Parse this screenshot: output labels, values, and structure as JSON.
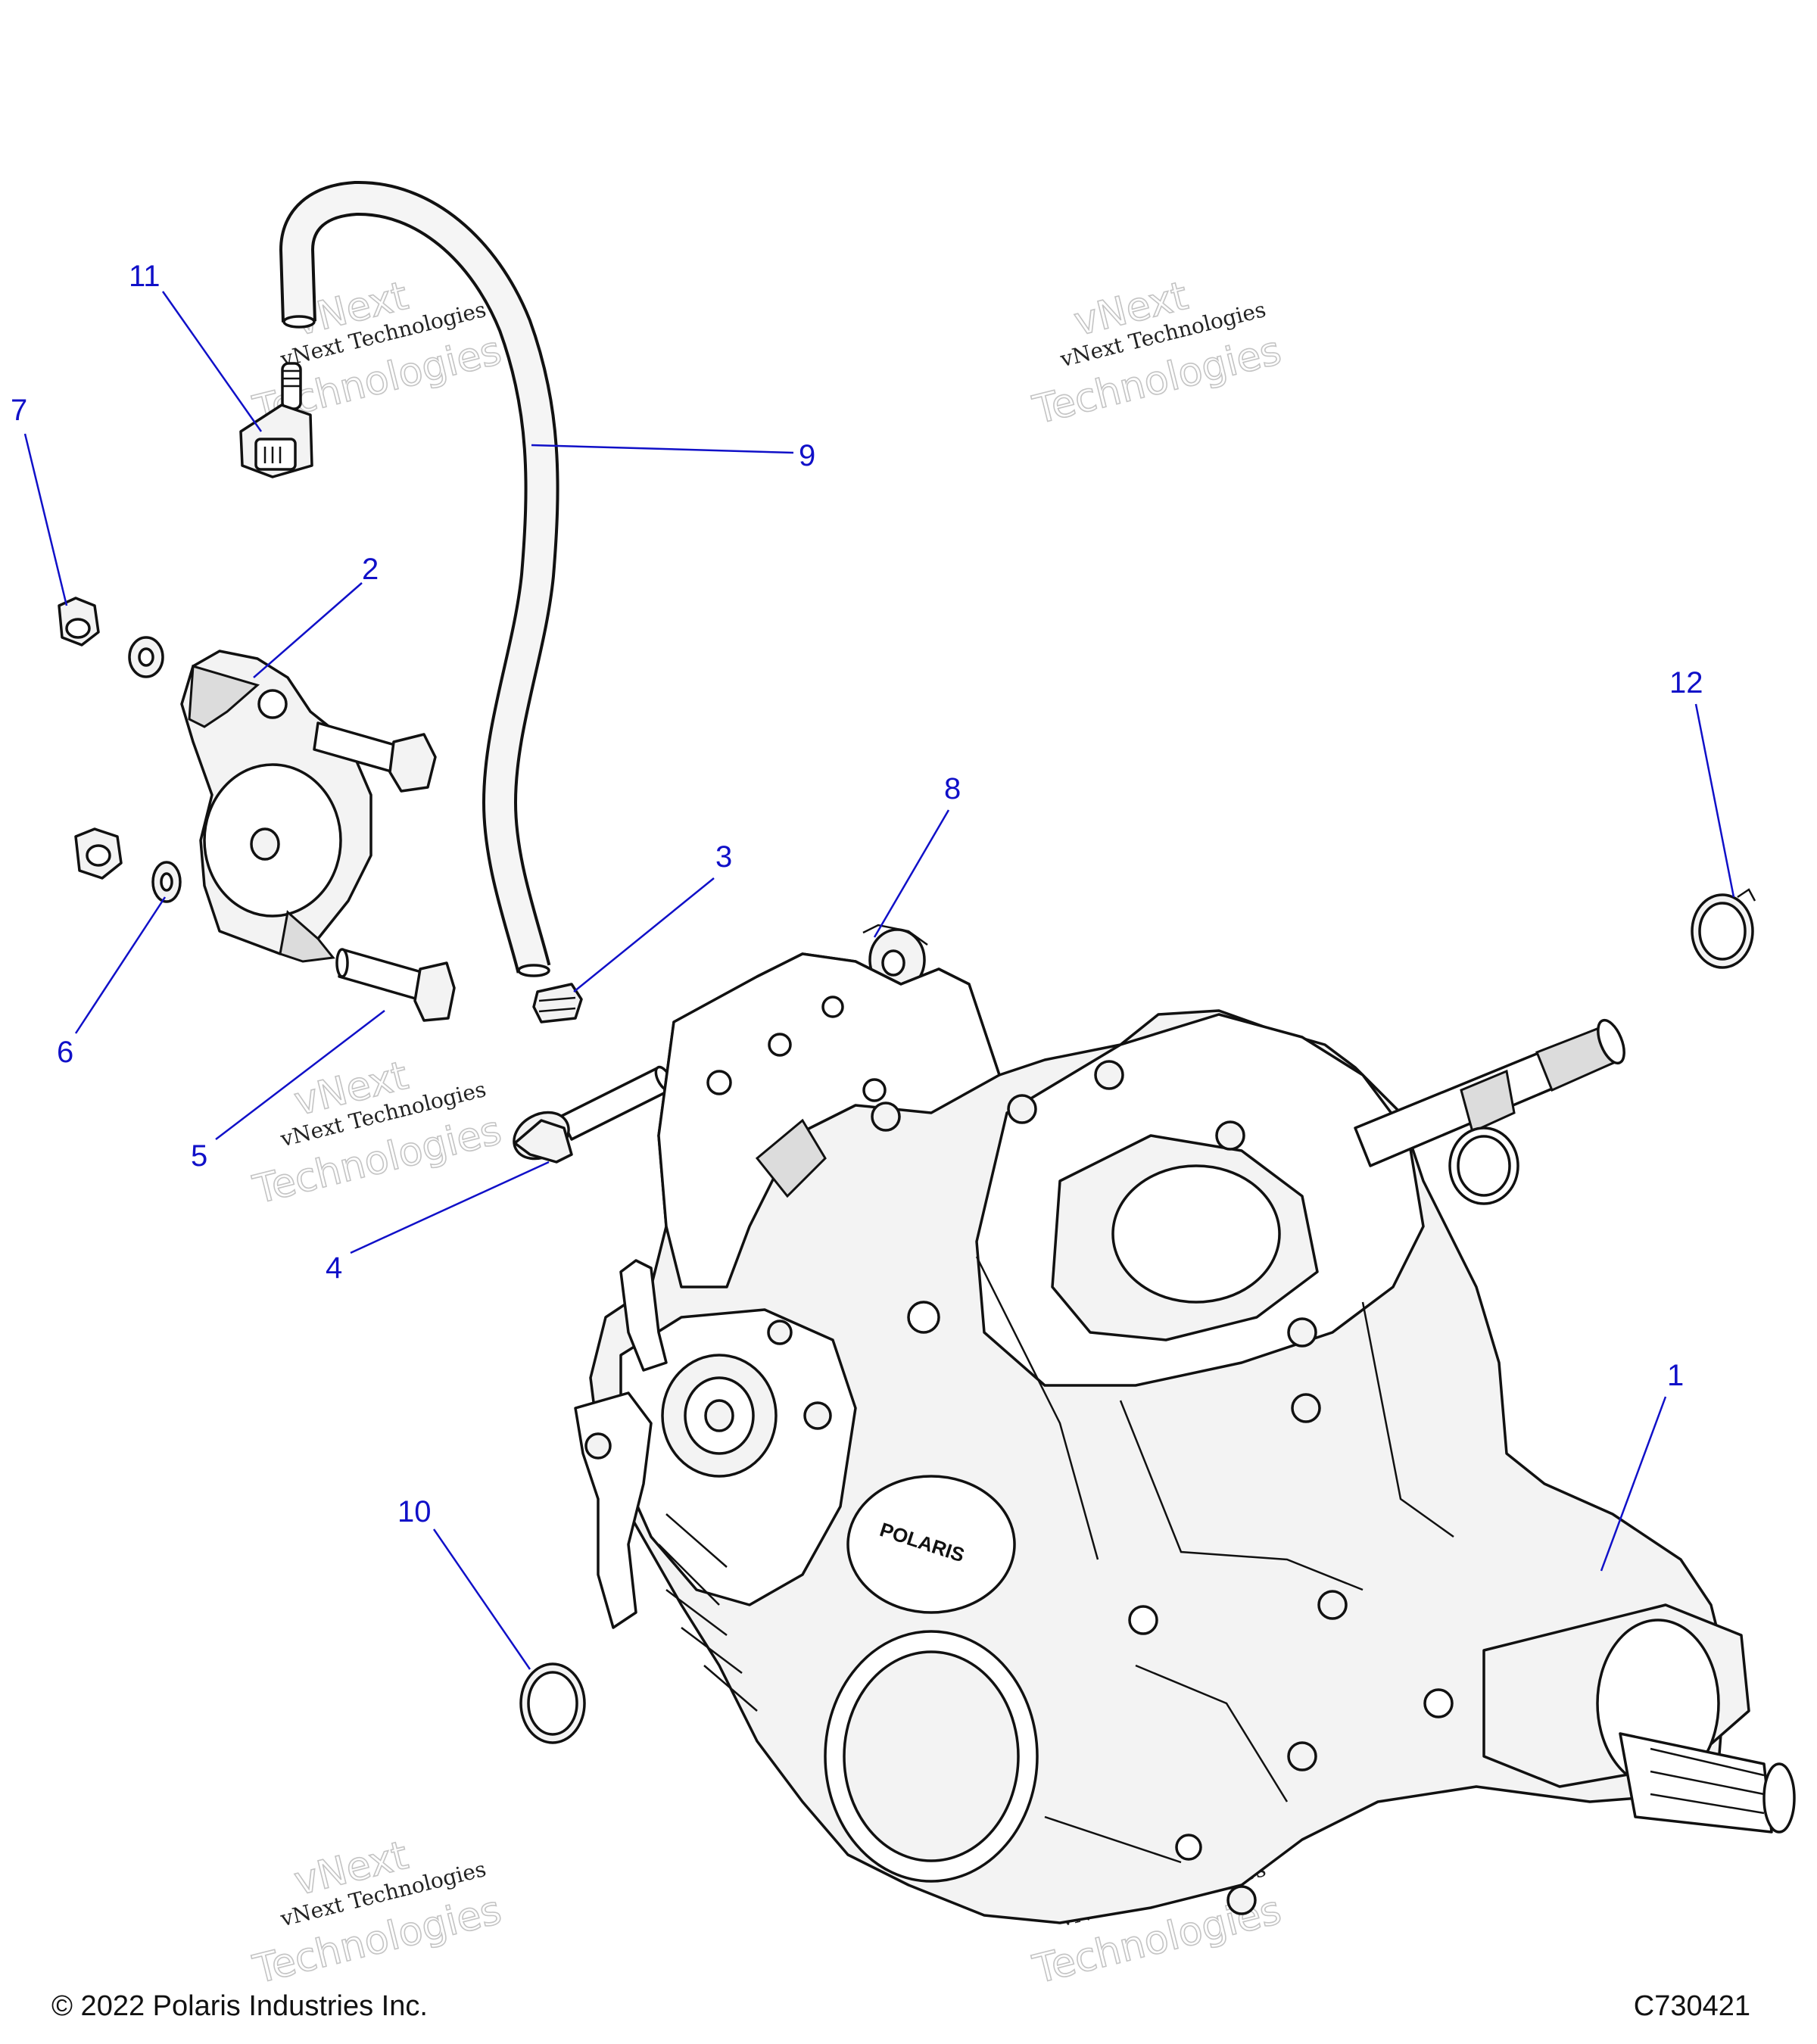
{
  "callouts": [
    {
      "num": "1"
    },
    {
      "num": "2"
    },
    {
      "num": "3"
    },
    {
      "num": "4"
    },
    {
      "num": "5"
    },
    {
      "num": "6"
    },
    {
      "num": "7"
    },
    {
      "num": "8"
    },
    {
      "num": "9"
    },
    {
      "num": "10"
    },
    {
      "num": "11"
    },
    {
      "num": "12"
    }
  ],
  "watermark": {
    "line1": "vNext Technologies",
    "line2": "vNext",
    "line3": "Technologies"
  },
  "brand_label": "POLARIS",
  "footer": {
    "copyright": "© 2022 Polaris Industries Inc.",
    "figure_id": "C730421"
  },
  "colors": {
    "callout": "#1010c8",
    "line": "#111111",
    "watermark": "#c4c4c4"
  }
}
